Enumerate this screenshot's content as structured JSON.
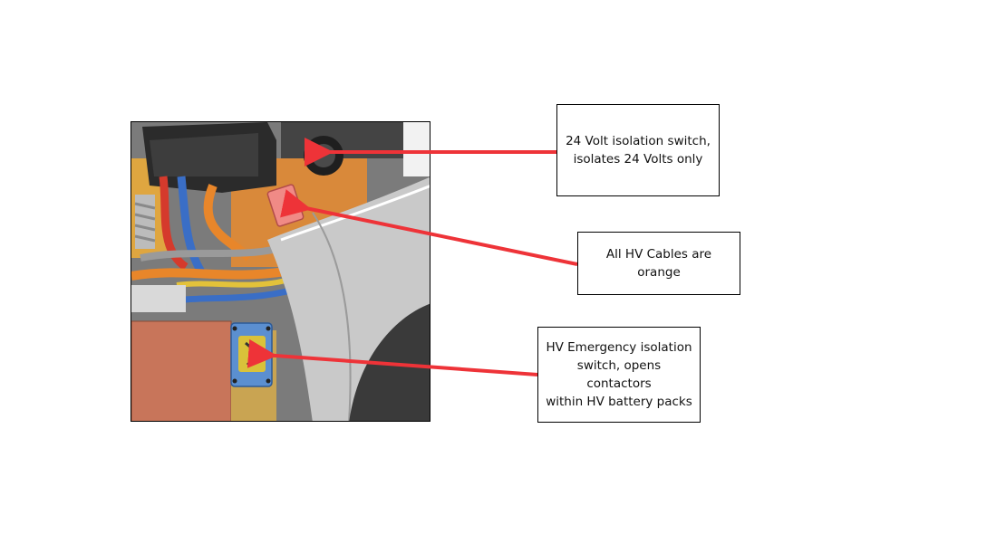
{
  "callouts": {
    "switch_24v": "24 Volt isolation switch,\nisolates 24 Volts only",
    "hv_cables": "All HV Cables are orange",
    "hv_emergency": "HV Emergency isolation\nswitch, opens contactors\nwithin HV battery packs"
  },
  "colors": {
    "arrow": "#ee3338",
    "hv_cable_orange": "#e8862a",
    "panel_gray": "#c9c9c9",
    "switch_blue": "#5b8fd0",
    "battery_copper": "#c8755a"
  }
}
